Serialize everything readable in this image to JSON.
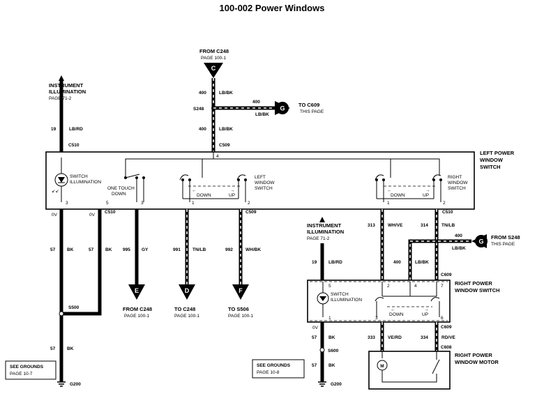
{
  "title": "100-002 Power Windows",
  "connectors": {
    "c248_from": {
      "line1": "FROM  C248",
      "line2": "PAGE 100-1",
      "letter": "C"
    },
    "c609_to": {
      "line1": "TO  C609",
      "line2": "THIS PAGE",
      "letter": "G"
    },
    "s248_from": {
      "line1": "FROM  S248",
      "line2": "THIS PAGE",
      "letter": "G"
    },
    "e_from": {
      "line1": "FROM C248",
      "line2": "PAGE 100-1",
      "letter": "E"
    },
    "d_to": {
      "line1": "TO  C248",
      "line2": "PAGE 100-1",
      "letter": "D"
    },
    "f_to": {
      "line1": "TO S506",
      "line2": "PAGE 100-1",
      "letter": "F"
    }
  },
  "illumination_left": {
    "line1": "INSTRUMENT",
    "line2": "ILLUMINATION",
    "line3": "PAGE 71-2"
  },
  "illumination_right": {
    "line1": "INSTRUMENT",
    "line2": "ILLUMINATION",
    "line3": "PAGE 71-2"
  },
  "wires": {
    "w400_top": {
      "circuit": "400",
      "color": "LB/BK"
    },
    "w400_mid": {
      "circuit": "400",
      "color": "LB/BK"
    },
    "w400_side": {
      "circuit": "400",
      "color": "LB/BK"
    },
    "w19_left": {
      "circuit": "19",
      "color": "LB/RD"
    },
    "w57_a": {
      "circuit": "57",
      "color": "BK"
    },
    "w57_b": {
      "circuit": "57",
      "color": "BK"
    },
    "w57_c": {
      "circuit": "57",
      "color": "BK"
    },
    "w995": {
      "circuit": "995",
      "color": "GY"
    },
    "w991": {
      "circuit": "991",
      "color": "TN/LB"
    },
    "w992": {
      "circuit": "992",
      "color": "WH/BK"
    },
    "w313": {
      "circuit": "313",
      "color": "WH/VE"
    },
    "w314": {
      "circuit": "314",
      "color": "TN/LB"
    },
    "w400_right": {
      "circuit": "400",
      "color": "LB/BK"
    },
    "w400_s248": {
      "circuit": "400",
      "color": "LB/BK"
    },
    "w19_right": {
      "circuit": "19",
      "color": "LB/RD"
    },
    "w57_r1": {
      "circuit": "57",
      "color": "BK"
    },
    "w57_r2": {
      "circuit": "57",
      "color": "BK"
    },
    "w333": {
      "circuit": "333",
      "color": "VE/RD"
    },
    "w334": {
      "circuit": "334",
      "color": "RD/VE"
    }
  },
  "splices": {
    "s248": "S248",
    "s500": "S500",
    "s600": "S600"
  },
  "connector_ids": {
    "c510_top": "C510",
    "c509_top": "C509",
    "c510_bot": "C510",
    "c509_bot": "C509",
    "c510_left": "C510",
    "c510_right": "C510",
    "c609_a": "C609",
    "c609_b": "C609",
    "c608": "C608"
  },
  "grounds": {
    "g200_left": "G200",
    "g200_right": "G200"
  },
  "see_grounds_left": {
    "line1": "SEE GROUNDS",
    "line2": "PAGE 10-7"
  },
  "see_grounds_right": {
    "line1": "SEE GROUNDS",
    "line2": "PAGE 10-8"
  },
  "components": {
    "left_switch": {
      "line1": "LEFT POWER",
      "line2": "WINDOW",
      "line3": "SWITCH"
    },
    "right_switch": {
      "line1": "RIGHT POWER",
      "line2": "WINDOW SWITCH"
    },
    "right_motor": {
      "line1": "RIGHT POWER",
      "line2": "WINDOW MOTOR"
    },
    "motor_symbol": "M"
  },
  "internal_labels": {
    "switch_illum_1": "SWITCH",
    "switch_illum_2": "ILLUMINATION",
    "one_touch_1": "ONE TOUCH",
    "one_touch_2": "DOWN",
    "left_win_1": "LEFT",
    "left_win_2": "WINDOW",
    "left_win_3": "SWITCH",
    "right_win_1": "RIGHT",
    "right_win_2": "WINDOW",
    "right_win_3": "SWITCH",
    "down_l": "DOWN",
    "up_l": "UP",
    "down_r": "DOWN",
    "up_r": "UP",
    "rs_illum_1": "SWITCH",
    "rs_illum_2": "ILLUMINATION",
    "rs_down": "DOWN",
    "rs_up": "UP"
  },
  "pins": {
    "p4_top": "4",
    "p3": "3",
    "p5": "5",
    "p3b": "3",
    "p1": "1",
    "p2": "2",
    "p1b": "1",
    "p2b": "2",
    "rs5": "5",
    "rs2": "2",
    "rs4": "4",
    "rs7": "7",
    "rs1": "1",
    "rs3": "3",
    "rs6": "6",
    "dv1": "0V",
    "dv2": "0V",
    "dv3": "0V"
  }
}
